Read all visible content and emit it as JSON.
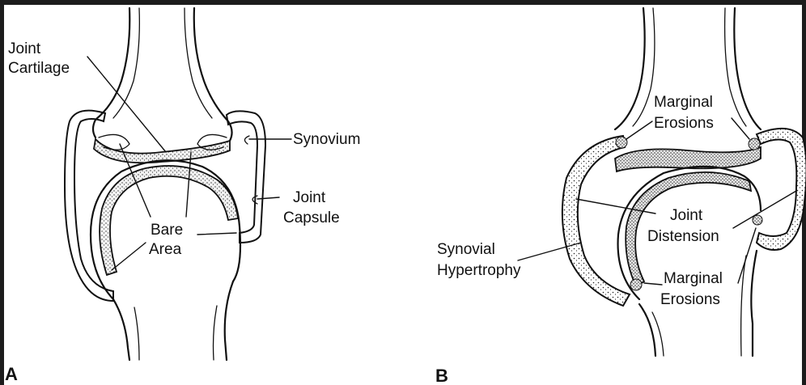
{
  "panels": [
    {
      "letter": "A",
      "labels": {
        "joint_cartilage_line1": "Joint",
        "joint_cartilage_line2": "Cartilage",
        "synovium": "Synovium",
        "joint_capsule_line1": "Joint",
        "joint_capsule_line2": "Capsule",
        "bare_area_line1": "Bare",
        "bare_area_line2": "Area"
      }
    },
    {
      "letter": "B",
      "labels": {
        "marginal_erosions_top_line1": "Marginal",
        "marginal_erosions_top_line2": "Erosions",
        "joint_distension_line1": "Joint",
        "joint_distension_line2": "Distension",
        "synovial_hypertrophy_line1": "Synovial",
        "synovial_hypertrophy_line2": "Hypertrophy",
        "marginal_erosions_bottom_line1": "Marginal",
        "marginal_erosions_bottom_line2": "Erosions"
      }
    }
  ]
}
